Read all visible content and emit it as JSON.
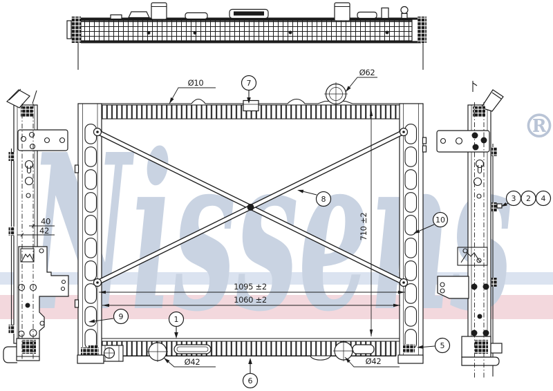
{
  "brand": {
    "watermark": "Nissens",
    "registered_mark": "®"
  },
  "colors": {
    "line": "#1c1c1c",
    "watermark": "#c9d3e2",
    "band_blue": "#dbe3f0",
    "band_pink": "#f3d8dd",
    "background": "#ffffff"
  },
  "callouts": {
    "c1": "1",
    "c2": "2",
    "c3": "3",
    "c4": "4",
    "c5": "5",
    "c6": "6",
    "c7": "7",
    "c8": "8",
    "c9": "9",
    "c10": "10"
  },
  "dimensions": {
    "top_hole_diameter": "Ø10",
    "filler_neck_diameter": "Ø62",
    "left_pipe_diameter": "Ø42",
    "right_pipe_diameter": "Ø42",
    "overall_width": "1095 ±2",
    "core_width": "1060 ±2",
    "core_height": "710 ±2",
    "bracket_offset_upper": "40",
    "bracket_offset_lower": "42"
  }
}
